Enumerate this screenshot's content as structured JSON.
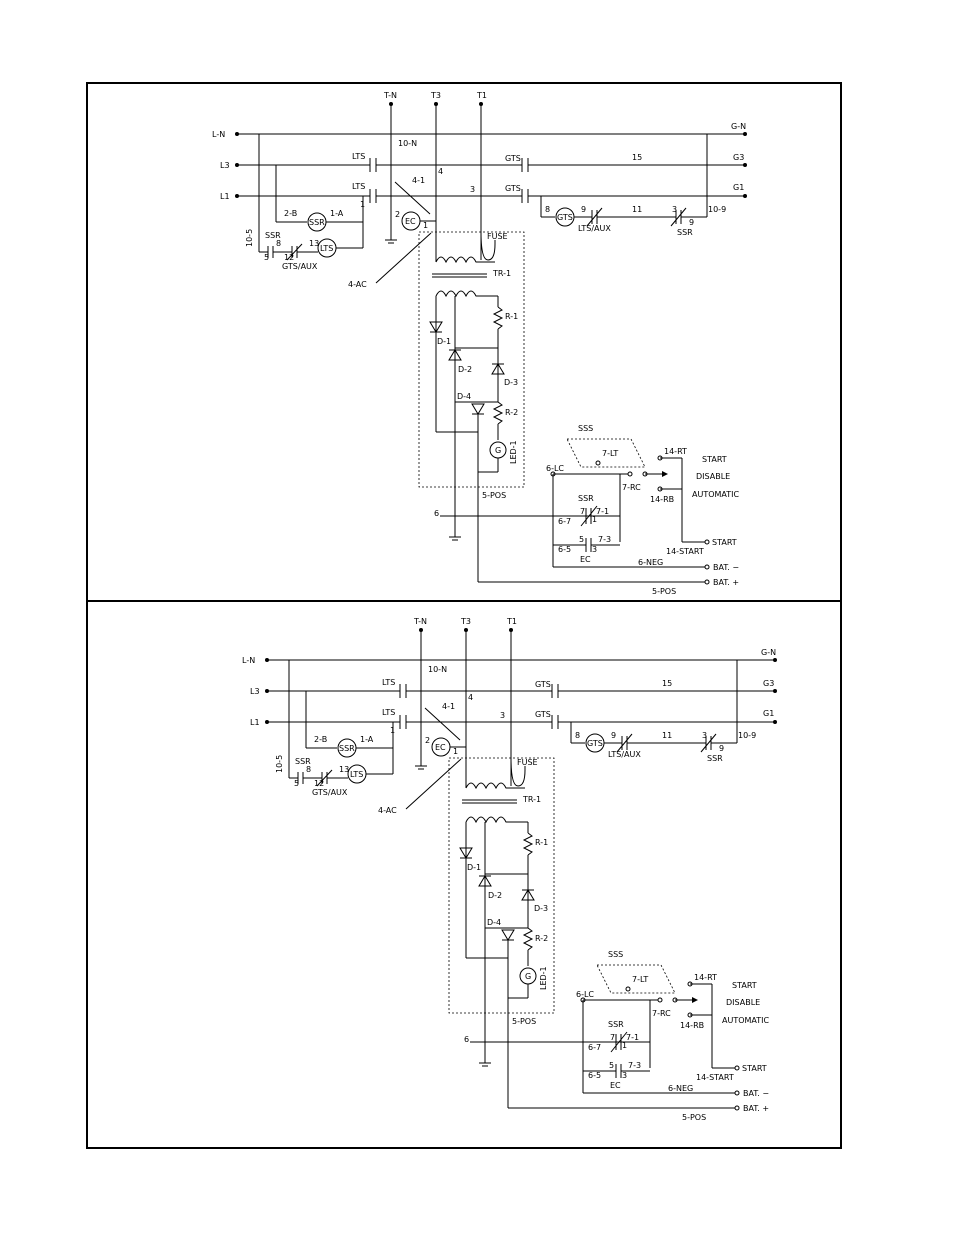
{
  "labels": {
    "tn": "T-N",
    "t3": "T3",
    "t1": "T1",
    "ln": "L-N",
    "l3": "L3",
    "l1": "L1",
    "gn": "G-N",
    "g3": "G3",
    "g1": "G1",
    "w10n": "10-N",
    "lts": "LTS",
    "gts": "GTS",
    "w15": "15",
    "w4": "4",
    "w41": "4-1",
    "w3": "3",
    "w1": "1",
    "w2b": "2-B",
    "w1a": "1-A",
    "ssr": "SSR",
    "ec": "EC",
    "w2": "2",
    "w8": "8",
    "w9": "9",
    "w11": "11",
    "w109": "10-9",
    "ltsaux": "LTS/AUX",
    "w105": "10-5",
    "w5": "5",
    "w12": "12",
    "w13": "13",
    "gtsaux": "GTS/AUX",
    "fuse": "FUSE",
    "tr1": "TR-1",
    "ac4": "4-AC",
    "r1": "R-1",
    "r2": "R-2",
    "d1": "D-1",
    "d2": "D-2",
    "d3": "D-3",
    "d4": "D-4",
    "led1": "LED-1",
    "g": "G",
    "pos5": "5-POS",
    "w6": "6",
    "sss": "SSS",
    "lc6": "6-LC",
    "lt7": "7-LT",
    "rc7": "7-RC",
    "rt14": "14-RT",
    "rb14": "14-RB",
    "start": "START",
    "disable": "DISABLE",
    "automatic": "AUTOMATIC",
    "w7": "7",
    "w71": "7-1",
    "w67": "6-7",
    "w73": "7-3",
    "w65": "6-5",
    "w3b": "3",
    "neg6": "6-NEG",
    "start14": "14-START",
    "batneg": "BAT. −",
    "batpos": "BAT. +"
  }
}
